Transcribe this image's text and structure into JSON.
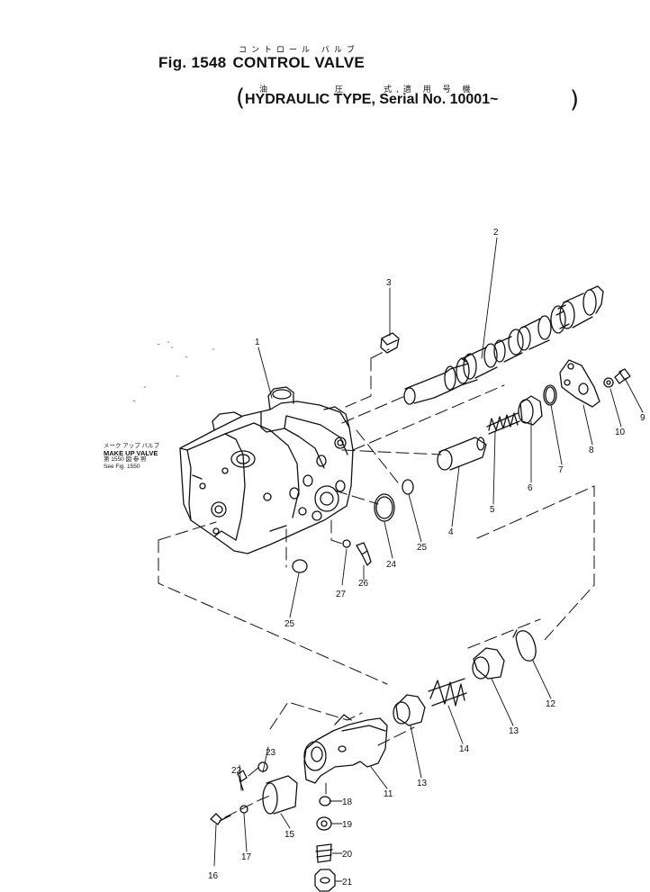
{
  "header": {
    "jp_title": "コントロール バルブ",
    "fig_label": "Fig. 1548",
    "title": "CONTROL VALVE",
    "jp_subtitle_1": "油",
    "jp_subtitle_2": "圧",
    "jp_subtitle_3": "式,適 用 号 機",
    "subtitle": "HYDRAULIC TYPE, Serial No. 10001~",
    "paren_open": "(",
    "paren_close": ")"
  },
  "makeup_note": {
    "jp": "メーク アップ バルブ",
    "label": "MAKE UP VALVE",
    "jp_ref": "第 1550 図 参 照",
    "ref": "See Fig. 1550"
  },
  "part_numbers": {
    "p1": "1",
    "p2": "2",
    "p3": "3",
    "p4": "4",
    "p5": "5",
    "p6": "6",
    "p7": "7",
    "p8": "8",
    "p9": "9",
    "p10": "10",
    "p11": "11",
    "p12": "12",
    "p13a": "13",
    "p13b": "13",
    "p14": "14",
    "p15": "15",
    "p16": "16",
    "p17": "17",
    "p18": "18",
    "p19": "19",
    "p20": "20",
    "p21": "21",
    "p22": "22",
    "p23": "23",
    "p24": "24",
    "p25a": "25",
    "p25b": "25",
    "p26": "26",
    "p27": "27"
  },
  "colors": {
    "ink": "#111111",
    "paper": "#ffffff"
  }
}
